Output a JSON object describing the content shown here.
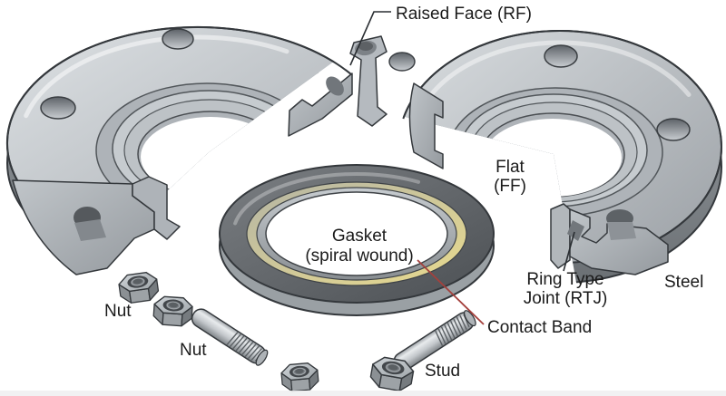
{
  "diagram": {
    "type": "technical-illustration",
    "subject": "Exploded view of a pipe flange joint: two steel flanges, spiral wound gasket, studs and nuts",
    "background": "#ffffff"
  },
  "labels": {
    "raised_face": "Raised Face (RF)",
    "flat_line1": "Flat",
    "flat_line2": "(FF)",
    "gasket_line1": "Gasket",
    "gasket_line2": "(spiral wound)",
    "ring_type_joint_line1": "Ring Type",
    "ring_type_joint_line2": "Joint (RTJ)",
    "steel": "Steel",
    "contact_band": "Contact Band",
    "nut_left": "Nut",
    "nut_middle": "Nut",
    "stud": "Stud"
  },
  "colors": {
    "outline": "#34383c",
    "flange_face_light": "#dde1e4",
    "flange_face_dark": "#a2a7ac",
    "flange_side": "#6b7074",
    "cut_face_light": "#c0c5c9",
    "cut_face_dark": "#959a9f",
    "gasket_dark_ring": "#4c5054",
    "gasket_inner_ring": "#c6cbcf",
    "contact_band_yellow": "#e8da8e",
    "leader_black": "#2a2e32",
    "leader_red": "#a4403c",
    "label_text": "#1b1b1b"
  },
  "parts": [
    {
      "name": "left-flange",
      "face_type": "Raised Face (RF)"
    },
    {
      "name": "right-flange",
      "face_type": "Flat (FF) / Ring Type Joint (RTJ)",
      "material": "Steel"
    },
    {
      "name": "gasket",
      "kind": "spiral wound",
      "feature": "Contact Band"
    },
    {
      "name": "nut",
      "count": 4
    },
    {
      "name": "stud",
      "count": 2
    }
  ]
}
